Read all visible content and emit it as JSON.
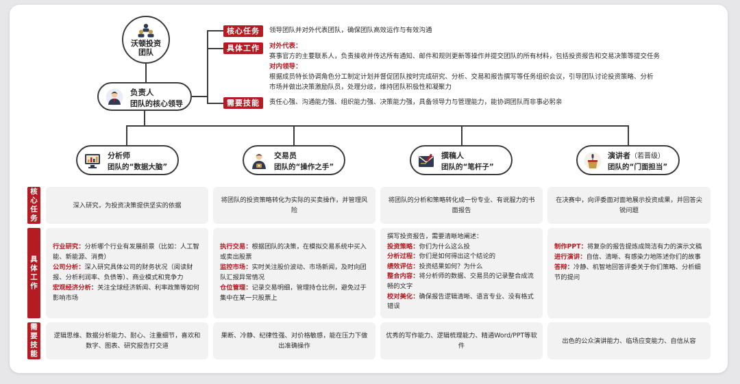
{
  "team": {
    "title": "沃顿投资团队"
  },
  "leader": {
    "name": "负责人",
    "desc": "团队的核心领导"
  },
  "leader_info": {
    "core_task": {
      "tag": "核心任务",
      "text": "领导团队并对外代表团队，确保团队高效运作与有效沟通"
    },
    "specific_work": {
      "tag": "具体工作",
      "external_label": "对外代表：",
      "external_text": "赛事官方的主要联系人，负责接收并传达所有通知、邮件和规则更新等操作并提交团队的所有材料，包括投资报告和交易决策等提交任务",
      "internal_label": "对内领导：",
      "internal_text1": "根据成员特长协调角色分工制定计划并督促团队按时完成研究、分析、交易和报告撰写等任务组织会议，引导团队讨论投资策略、分析",
      "internal_text2": "市场并做出决策激励队员，处理分歧，维持团队积极性和凝聚力"
    },
    "skills": {
      "tag": "需要技能",
      "text": "责任心强、沟通能力强、组织能力强、决策能力强，具备领导力与管理能力，能协调团队而非事必躬亲"
    }
  },
  "roles": [
    {
      "name": "分析师",
      "sub": "",
      "desc": "团队的“数据大脑”"
    },
    {
      "name": "交易员",
      "sub": "",
      "desc": "团队的“操作之手”"
    },
    {
      "name": "撰稿人",
      "sub": "",
      "desc": "团队的“笔杆子”"
    },
    {
      "name": "演讲者",
      "sub": "（若晋级）",
      "desc": "团队的“门面担当”"
    }
  ],
  "row_labels": {
    "core": "核心任务",
    "work": "具体工作",
    "skills": "需要技能"
  },
  "core_tasks": [
    "深入研究，为投资决策提供坚实的依据",
    "将团队的投资策略转化为实际的买卖操作，并管理风险",
    "将团队的分析和策略转化成一份专业、有说服力的书面报告",
    "在决赛中，向评委面对面地展示投资成果，并回答尖锐问题"
  ],
  "work": {
    "analyst": [
      {
        "label": "行业研究：",
        "text": "分析哪个行业有发展前景（比如：人工智能、新能源、消费）"
      },
      {
        "label": "公司分析：",
        "text": "深入研究具体公司的财务状况（阅读财报、分析利润率、负债等）、商业模式和竞争力"
      },
      {
        "label": "宏观经济分析：",
        "text": "关注全球经济新闻、利率政策等如何影响市场"
      }
    ],
    "trader": [
      {
        "label": "执行交易：",
        "text": "根据团队的决策，在模拟交易系统中买入或卖出股票"
      },
      {
        "label": "监控市场：",
        "text": "实时关注股价波动、市场新闻，及时向团队汇报异常情况"
      },
      {
        "label": "仓位管理：",
        "text": "记录交易明细，管理持仓比例，避免过于集中在某一只股票上"
      }
    ],
    "writer_intro": "撰写投资报告，需要清晰地阐述：",
    "writer": [
      {
        "label": "投资策略：",
        "text": "你们为什么这么投"
      },
      {
        "label": "分析过程：",
        "text": "你们是如何得出这个结论的"
      },
      {
        "label": "绩效评估：",
        "text": "投资结果如何？为什么"
      },
      {
        "label": "整合内容：",
        "text": "将分析师的数据、交易员的记录整合成流畅的文字"
      },
      {
        "label": "校对美化：",
        "text": "确保报告逻辑清晰、语言专业、没有格式错误"
      }
    ],
    "speaker": [
      {
        "label": "制作PPT：",
        "text": "将复杂的报告提炼成简洁有力的演示文稿"
      },
      {
        "label": "进行演讲：",
        "text": "自信、清晰、有感染力地陈述你们的故事"
      },
      {
        "label": "答辩：",
        "text": "冷静、机智地回答评委关于你们策略、分析细节的提问"
      }
    ]
  },
  "skills": [
    "逻辑思维、数据分析能力、耐心、注重细节，喜欢和数字、图表、研究报告打交道",
    "果断、冷静、纪律性强、对价格敏感，能在压力下做出准确操作",
    "优秀的写作能力、逻辑梳理能力、精通Word/PPT等软件",
    "出色的公众演讲能力、临场应变能力、自信从容"
  ],
  "colors": {
    "accent": "#b51b22",
    "line": "#3a3a3a",
    "cell_bg": "#f2f2f3"
  },
  "icons": [
    "team-icon",
    "leader-icon",
    "analyst-icon",
    "trader-icon",
    "writer-icon",
    "speaker-icon"
  ]
}
